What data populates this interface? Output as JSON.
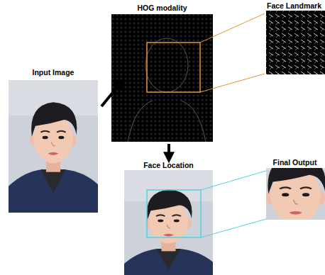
{
  "diagram": {
    "nodes": [
      {
        "text": [
          "Input Image"
        ]
      },
      {
        "text": [
          "HOG modality"
        ]
      },
      {
        "text": [
          "Face Landmark"
        ]
      },
      {
        "text": [
          "Face Location"
        ]
      },
      {
        "text": [
          "Final Output"
        ]
      }
    ],
    "edges": [
      {
        "from": 0,
        "to": 1,
        "arrow": "to"
      },
      {
        "from": 1,
        "to": 2,
        "arrow": "none"
      },
      {
        "from": 1,
        "to": 3,
        "arrow": "to"
      },
      {
        "from": 3,
        "to": 4,
        "arrow": "none"
      }
    ]
  }
}
